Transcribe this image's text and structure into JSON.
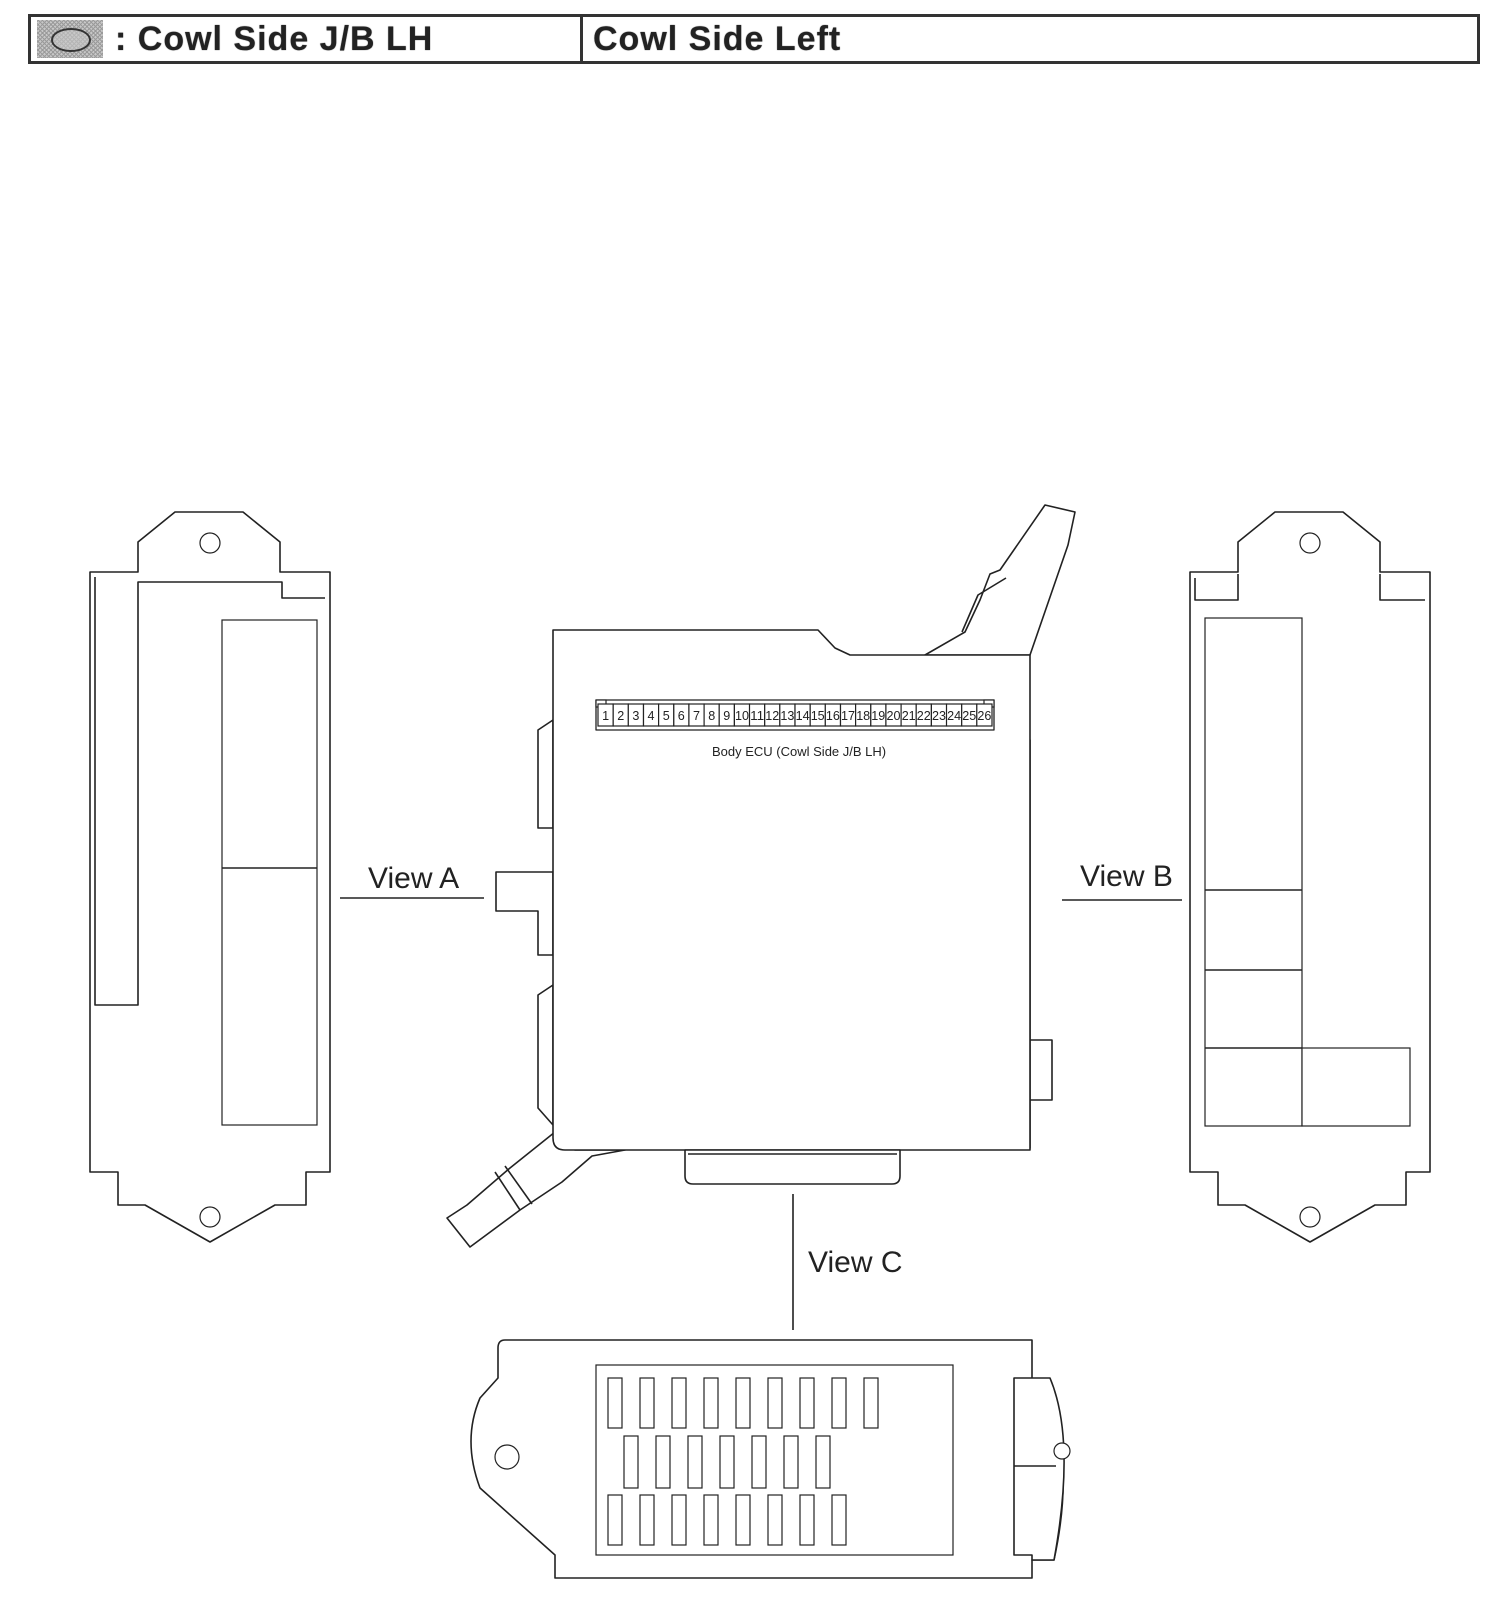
{
  "header": {
    "legend_symbol": "cowl-side-jb-symbol",
    "location_name": ": Cowl Side J/B LH",
    "location_area": "Cowl Side Left"
  },
  "views": {
    "view_a": "View A",
    "view_b": "View B",
    "view_c": "View C"
  },
  "connector": {
    "caption": "Body ECU (Cowl Side J/B LH)",
    "pins": [
      "1",
      "2",
      "3",
      "4",
      "5",
      "6",
      "7",
      "8",
      "9",
      "10",
      "11",
      "12",
      "13",
      "14",
      "15",
      "16",
      "17",
      "18",
      "19",
      "20",
      "21",
      "22",
      "23",
      "24",
      "25",
      "26"
    ]
  }
}
